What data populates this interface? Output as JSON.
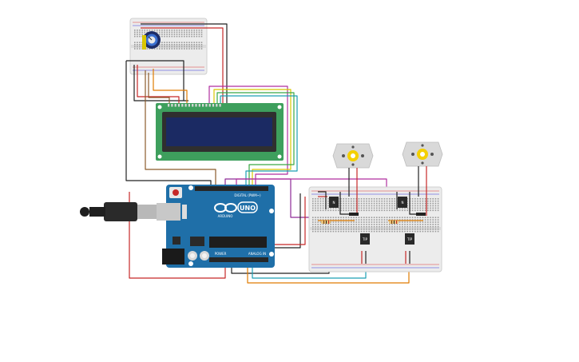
{
  "arduino": {
    "logo_text": "UNO",
    "brand_text": "ARDUINO",
    "digital_header": "DIGITAL (PWM~)",
    "analog_header": "ANALOG IN",
    "power_header": "POWER"
  },
  "lcd": {
    "pin_count": 16,
    "lines": 2
  },
  "motors": {
    "count": 2
  },
  "ic_labels": [
    "N",
    "N"
  ],
  "transistor_labels": [
    "TIP",
    "TIP"
  ],
  "colors": {
    "wire_red": "#c62828",
    "wire_black": "#222222",
    "wire_orange": "#e07b00",
    "wire_yellow": "#d8c800",
    "wire_green": "#3aa843",
    "wire_blue": "#1f5fd6",
    "wire_cyan": "#1c9fb3",
    "wire_purple": "#8e2a96",
    "wire_brown": "#8b5a2b",
    "wire_magenta": "#b02f9f",
    "arduino_blue": "#1f6fa8",
    "lcd_green": "#3e9f5d",
    "lcd_screen": "#1b2a63",
    "breadboard": "#ececec",
    "motor_body": "#d9d9d9",
    "motor_shaft": "#f4d000"
  }
}
